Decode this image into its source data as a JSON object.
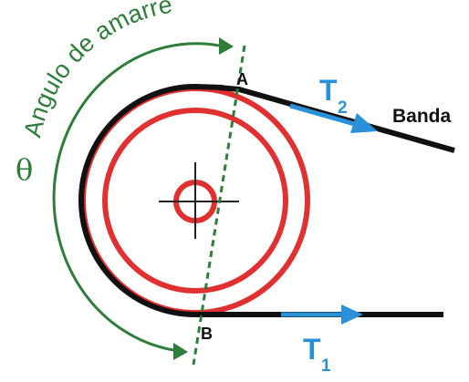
{
  "labels": {
    "angle_title": "Angulo de amarre",
    "theta": "θ",
    "point_a": "A",
    "point_b": "B",
    "belt": "Banda",
    "t2_main": "T",
    "t2_sub": "2",
    "t1_main": "T",
    "t1_sub": "1"
  },
  "colors": {
    "pulley": "#e03030",
    "belt": "#111111",
    "tension": "#2a90d8",
    "angle": "#2f7d3a",
    "axis": "#222222"
  }
}
